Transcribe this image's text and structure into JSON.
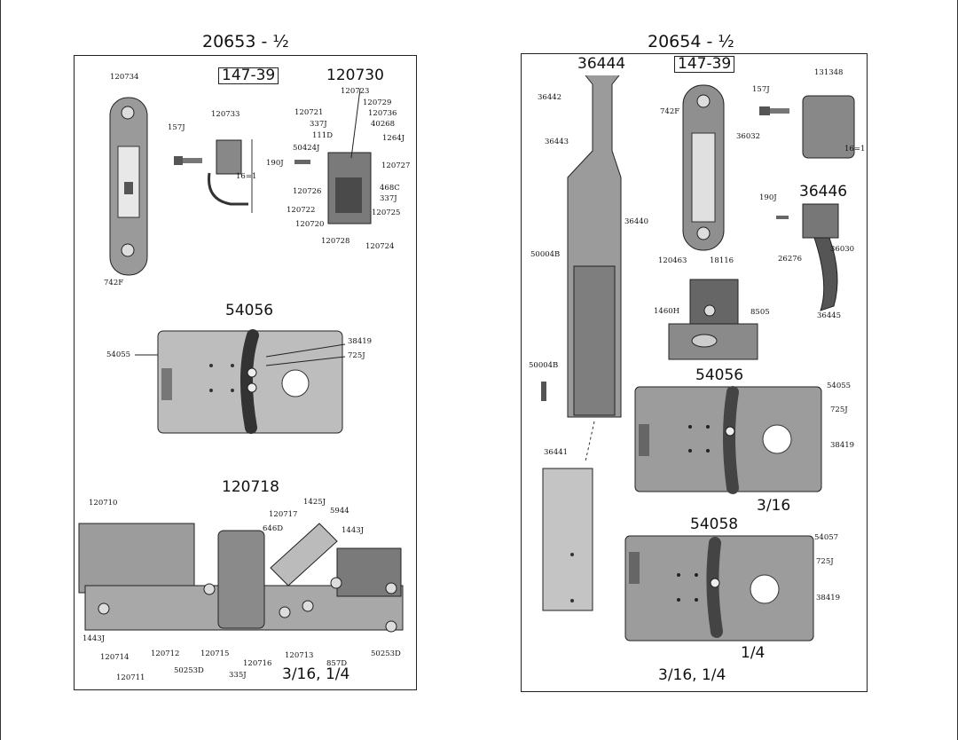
{
  "left": {
    "title": "20653 - ½",
    "group_box": "147-39",
    "assembly_120730": "120730",
    "section_54056": "54056",
    "section_120718": "120718",
    "sizes": "3/16, 1/4",
    "labels": {
      "l120734": "120734",
      "l157J": "157J",
      "l120733": "120733",
      "l742F": "742F",
      "l16eq1": "16=1",
      "l190J": "190J",
      "l120723": "120723",
      "l120721": "120721",
      "l120729": "120729",
      "l120736": "120736",
      "l337Ja": "337J",
      "l40268": "40268",
      "l111D": "111D",
      "l1264J": "1264J",
      "l50424J": "50424J",
      "l120727": "120727",
      "l468C": "468C",
      "l120726": "120726",
      "l337Jb": "337J",
      "l120722": "120722",
      "l120725": "120725",
      "l120720": "120720",
      "l120728": "120728",
      "l120724": "120724",
      "l54055": "54055",
      "l38419": "38419",
      "l725J": "725J",
      "l120710": "120710",
      "l1425J": "1425J",
      "l120717": "120717",
      "l5944": "5944",
      "l646D": "646D",
      "l1443Ja": "1443J",
      "l1443Jb": "1443J",
      "l120714": "120714",
      "l120712": "120712",
      "l120715": "120715",
      "l120716": "120716",
      "l120713": "120713",
      "l857D": "857D",
      "l50253Da": "50253D",
      "l50253Db": "50253D",
      "l120711": "120711",
      "l335J": "335J"
    }
  },
  "right": {
    "title": "20654 - ½",
    "section_36444": "36444",
    "group_box": "147-39",
    "section_36446": "36446",
    "section_54056": "54056",
    "section_54058": "54058",
    "size_3_16": "3/16",
    "size_1_4": "1/4",
    "sizes": "3/16, 1/4",
    "labels": {
      "l131348": "131348",
      "l157J": "157J",
      "l36442": "36442",
      "l742F": "742F",
      "l36032": "36032",
      "l36443": "36443",
      "l16eq1": "16=1",
      "l190J": "190J",
      "l36440": "36440",
      "l26276": "26276",
      "l36030": "36030",
      "l50004Ba": "50004B",
      "l120463": "120463",
      "l18116": "18116",
      "l1460H": "1460H",
      "l8505": "8505",
      "l36445": "36445",
      "l50004Bb": "50004B",
      "l54055": "54055",
      "l725Ja": "725J",
      "l38419a": "38419",
      "l36441": "36441",
      "l54057": "54057",
      "l725Jb": "725J",
      "l38419b": "38419"
    }
  }
}
